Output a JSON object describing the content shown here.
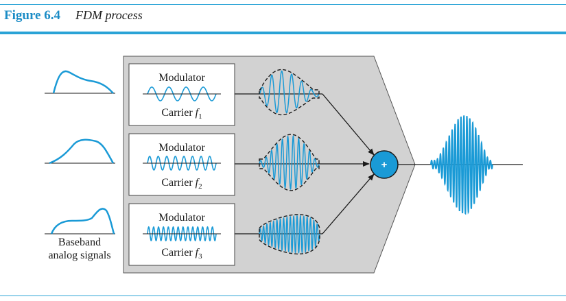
{
  "figure": {
    "number": "Figure 6.4",
    "title": "FDM process"
  },
  "modulators": [
    {
      "label": "Modulator",
      "carrier_text": "Carrier ",
      "carrier_var": "f",
      "carrier_sub": "1"
    },
    {
      "label": "Modulator",
      "carrier_text": "Carrier ",
      "carrier_var": "f",
      "carrier_sub": "2"
    },
    {
      "label": "Modulator",
      "carrier_text": "Carrier ",
      "carrier_var": "f",
      "carrier_sub": "3"
    }
  ],
  "baseband_label": [
    "Baseband",
    "analog signals"
  ],
  "combiner_symbol": "+",
  "colors": {
    "signal": "#1a9ad6",
    "rule": "#2aa3d6",
    "panel": "#d2d2d2",
    "figure_number": "#1b8cc6"
  }
}
